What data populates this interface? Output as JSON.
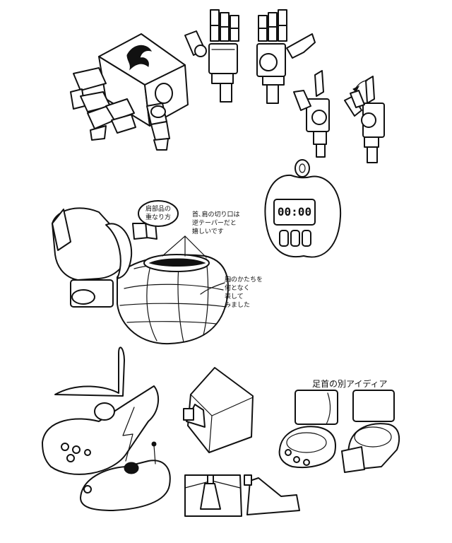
{
  "notes": {
    "shoulder_bubble": "肩部品の\n重なり方",
    "neck_note": "首､肩の切り口は\n逆テーパーだと\n嬉しいです",
    "chest_note": "胸のかたちを\n何となく\n表して\nみました",
    "ankle_heading": "足首の別アイディア"
  },
  "clock": {
    "display": "00:00"
  },
  "colors": {
    "ink": "#111111",
    "paper": "#ffffff"
  }
}
